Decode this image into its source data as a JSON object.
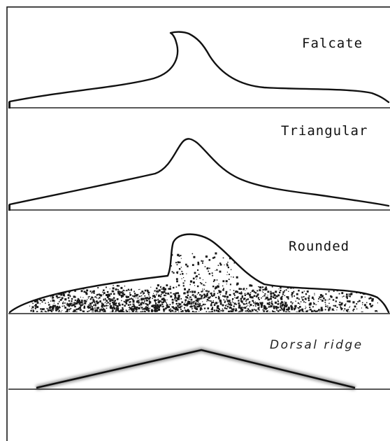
{
  "panels": [
    {
      "key": "falcate",
      "label": "Falcate"
    },
    {
      "key": "triangular",
      "label": "Triangular"
    },
    {
      "key": "rounded",
      "label": "Rounded"
    },
    {
      "key": "dorsal-ridge",
      "label": "Dorsal ridge"
    }
  ],
  "colors": {
    "ink": "#111111",
    "speckle": "#1a1a1a",
    "ridge_glow": "#9a9a9a",
    "background": "#ffffff"
  }
}
